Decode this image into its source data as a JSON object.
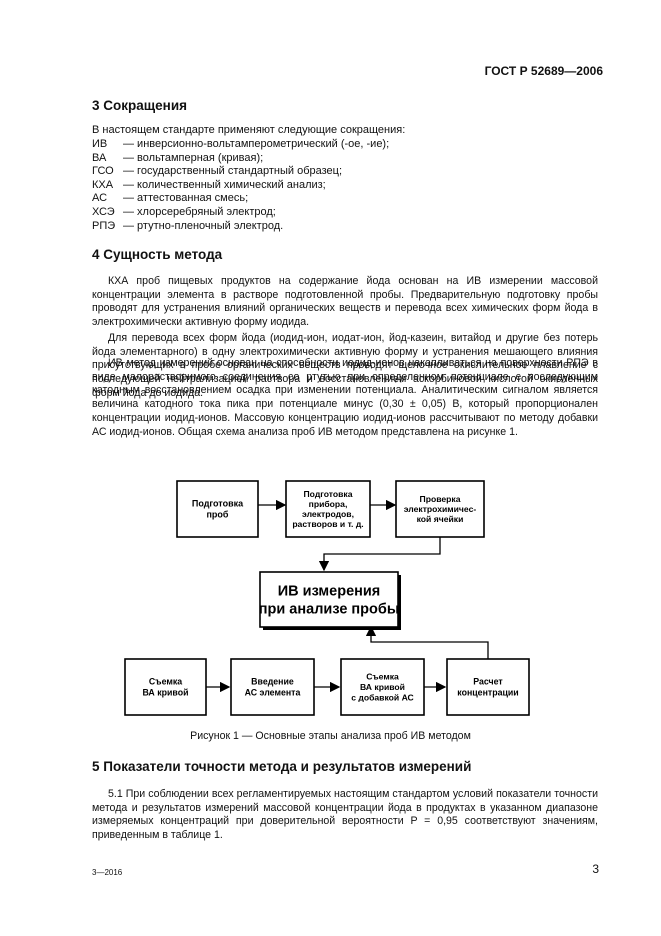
{
  "header": {
    "doc_id": "ГОСТ Р 52689—2006"
  },
  "section3": {
    "title": "3 Сокращения",
    "intro": "В настоящем стандарте применяют следующие сокращения:",
    "items": [
      {
        "abbr": "ИВ",
        "text": "— инверсионно-вольтамперометрический (-ое, -ие);"
      },
      {
        "abbr": "ВА",
        "text": "— вольтамперная (кривая);"
      },
      {
        "abbr": "ГСО",
        "text": "— государственный стандартный образец;"
      },
      {
        "abbr": "КХА",
        "text": "— количественный химический анализ;"
      },
      {
        "abbr": "АС",
        "text": "— аттестованная смесь;"
      },
      {
        "abbr": "ХСЭ",
        "text": "— хлорсеребряный электрод;"
      },
      {
        "abbr": "РПЭ",
        "text": "— ртутно-пленочный электрод."
      }
    ]
  },
  "section4": {
    "title": "4 Сущность метода",
    "paragraphs": [
      "КХА проб пищевых продуктов на содержание йода основан на ИВ измерении массовой концентрации элемента в растворе подготовленной пробы. Предварительную подготовку пробы проводят для устранения влияний органических веществ и перевода всех химических форм йода в электрохимически активную форму иодида.",
      "Для перевода всех форм йода (иодид-ион, иодат-ион, йод-казеин, витайод и другие без потерь йода элементарного) в одну электрохимически активную форму и устранения мешающего влияния присутствующих в пробе органических веществ проводят щелочное окислительное плавление с последующей нейтрализацией раствора и восстановлением аскорбиновой кислотой окисленных форм йода до иодида.",
      "ИВ метод измерений основан на способности иодид-ионов накапливаться на поверхности РПЭ в виде малорастворимого соединения со ртутью при определенном потенциале с последующим катодным восстановлением осадка при изменении потенциала. Аналитическим сигналом является величина катодного тока пика при потенциале минус (0,30 ± 0,05) В, который пропорционален концентрации иодид-ионов. Массовую концентрацию иодид-ионов рассчитывают по методу добавки АС иодид-ионов. Общая схема анализа проб ИВ методом представлена на рисунке 1."
    ]
  },
  "figure": {
    "top_boxes": [
      [
        "Подготовка",
        "проб"
      ],
      [
        "Подготовка",
        "прибора,",
        "электродов,",
        "растворов и т. д."
      ],
      [
        "Проверка",
        "электрохимичес-",
        "кой ячейки"
      ]
    ],
    "center_box": [
      "ИВ измерения",
      "при анализе пробы"
    ],
    "bottom_boxes": [
      [
        "Съемка",
        "ВА кривой"
      ],
      [
        "Введение",
        "АС элемента"
      ],
      [
        "Съемка",
        "ВА кривой",
        "с добавкой АС"
      ],
      [
        "Расчет",
        "концентрации"
      ]
    ],
    "caption": "Рисунок 1 — Основные этапы анализа проб ИВ методом"
  },
  "section5": {
    "title": "5 Показатели точности метода и результатов измерений",
    "paragraph": "5.1 При соблюдении всех регламентируемых настоящим стандартом условий показатели точности метода и результатов измерений массовой концентрации йода в продуктах в указанном диапазоне измеряемых концентраций при доверительной вероятности P = 0,95 соответствуют значениям, приведенным в таблице 1."
  },
  "footer": {
    "left": "3—2016",
    "page": "3"
  }
}
